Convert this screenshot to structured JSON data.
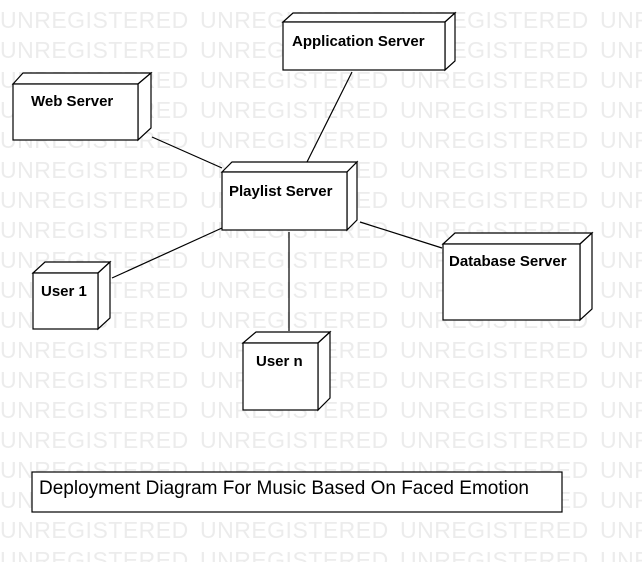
{
  "watermark": {
    "text": "UNREGISTERED"
  },
  "nodes": {
    "application_server": {
      "label": "Application Server"
    },
    "web_server": {
      "label": "Web Server"
    },
    "playlist_server": {
      "label": "Playlist Server"
    },
    "database_server": {
      "label": "Database Server"
    },
    "user_1": {
      "label": "User 1"
    },
    "user_n": {
      "label": "User n"
    }
  },
  "caption": {
    "text": "Deployment Diagram For Music Based On Faced Emotion"
  },
  "colors": {
    "stroke": "#000000",
    "background": "#ffffff",
    "watermark": "#ececec"
  }
}
